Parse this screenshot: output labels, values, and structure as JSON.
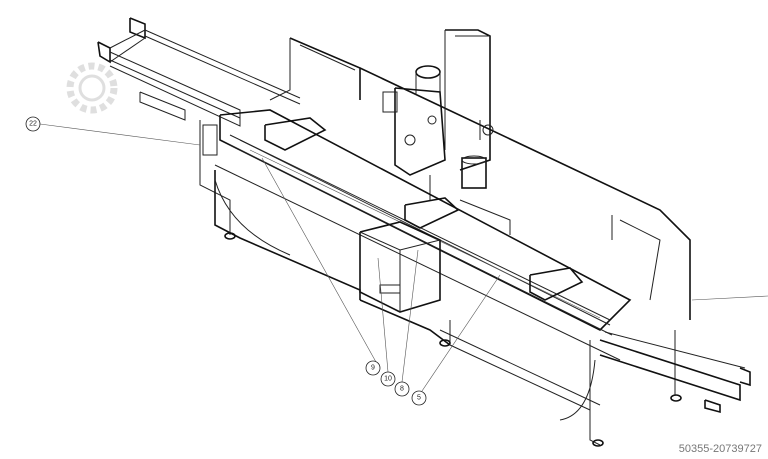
{
  "callouts": [
    {
      "id": "22",
      "label": "22"
    },
    {
      "id": "9",
      "label": "9"
    },
    {
      "id": "10",
      "label": "10"
    },
    {
      "id": "8",
      "label": "8"
    },
    {
      "id": "5",
      "label": "5"
    }
  ],
  "watermark": "50355-20739727",
  "logo_icon": "gear-logo-icon"
}
